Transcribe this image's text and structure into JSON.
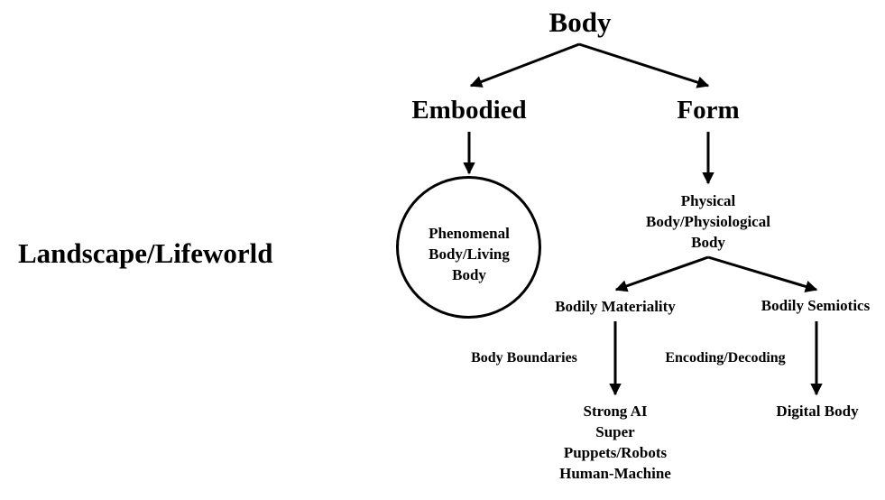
{
  "diagram": {
    "nodes": {
      "body": "Body",
      "embodied": "Embodied",
      "form": "Form",
      "landscape": "Landscape/Lifeworld",
      "phenomenal": [
        "Phenomenal",
        "Body/Living",
        "Body"
      ],
      "physical": [
        "Physical",
        "Body/Physiological",
        "Body"
      ],
      "bodily_materiality": "Bodily Materiality",
      "bodily_semiotics": "Bodily Semiotics",
      "strong_ai": [
        "Strong AI",
        "Super",
        "Puppets/Robots",
        "Human-Machine"
      ],
      "digital_body": "Digital Body"
    },
    "edge_labels": {
      "body_boundaries": "Body Boundaries",
      "encoding_decoding": "Encoding/Decoding"
    },
    "edges": [
      {
        "from": "body",
        "to": "embodied"
      },
      {
        "from": "body",
        "to": "form"
      },
      {
        "from": "embodied",
        "to": "phenomenal"
      },
      {
        "from": "form",
        "to": "physical"
      },
      {
        "from": "physical",
        "to": "bodily_materiality"
      },
      {
        "from": "physical",
        "to": "bodily_semiotics"
      },
      {
        "from": "bodily_materiality",
        "to": "strong_ai"
      },
      {
        "from": "bodily_semiotics",
        "to": "digital_body"
      }
    ],
    "colors": {
      "ink": "#000000",
      "background": "#ffffff"
    }
  }
}
